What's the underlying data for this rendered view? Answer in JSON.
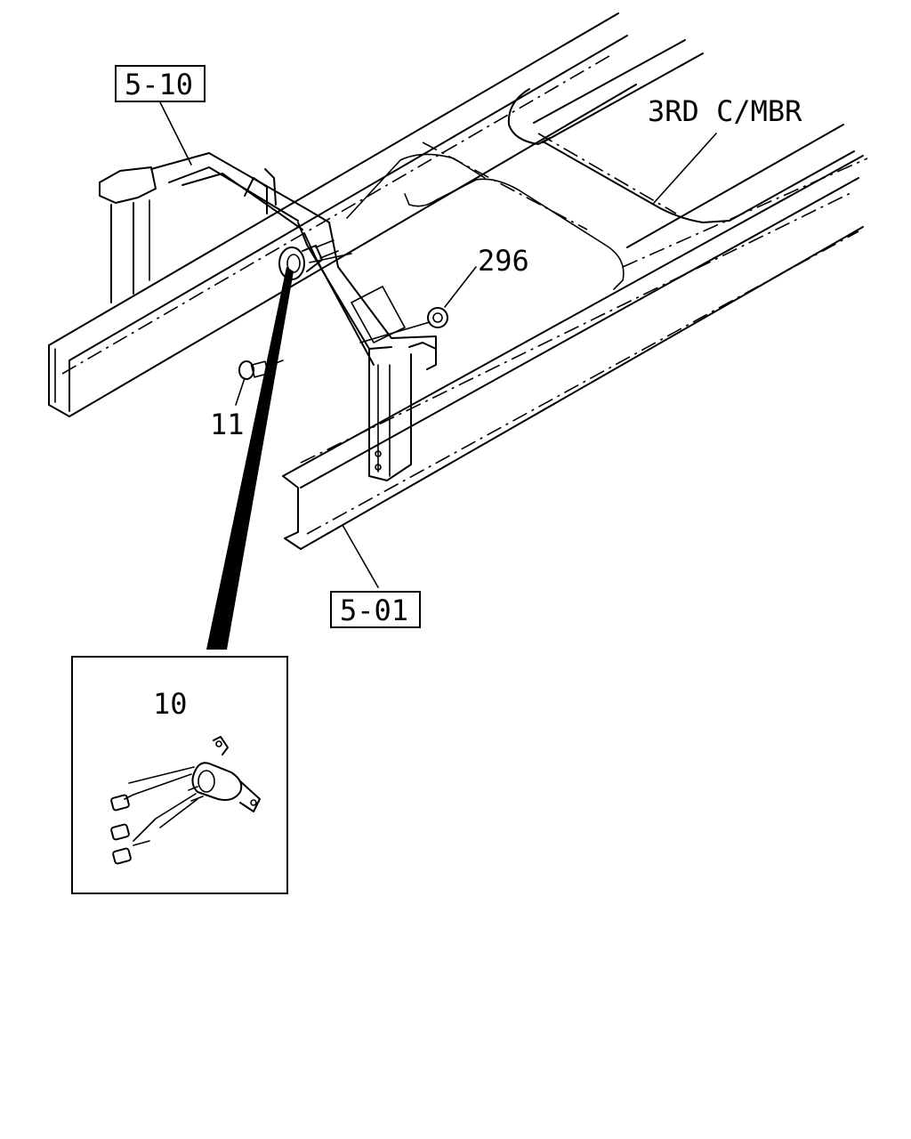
{
  "labels": {
    "ref_top": "5-10",
    "ref_bottom": "5-01",
    "crossmember": "3RD C/MBR",
    "part_296": "296",
    "part_11": "11",
    "part_10": "10"
  }
}
